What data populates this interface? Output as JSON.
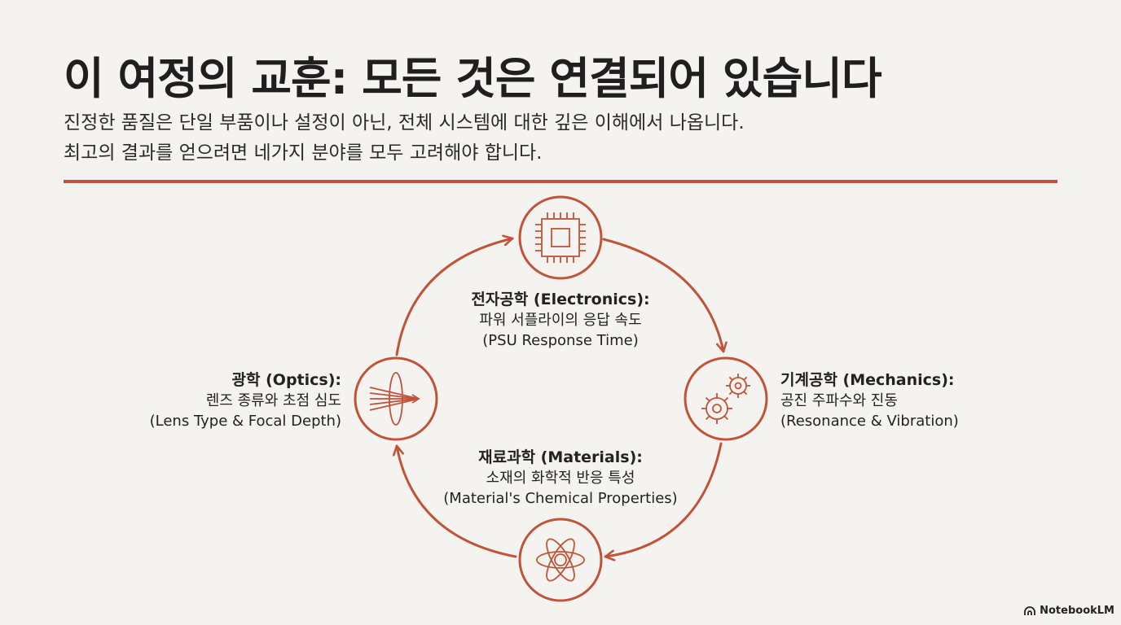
{
  "title": "이 여정의 교훈: 모든 것은 연결되어 있습니다",
  "subtitle": {
    "line1": "진정한 품질은 단일 부품이나 설정이 아닌, 전체 시스템에 대한 깊은 이해에서 나옵니다.",
    "line2": "최고의 결과를 얻으려면 네가지 분야를 모두 고려해야 합니다."
  },
  "accent_color": "#c0543a",
  "nodes": {
    "electronics": {
      "icon": "microchip-icon",
      "heading": "전자공학 (Electronics):",
      "line1": "파워 서플라이의 응답 속도",
      "line2": "(PSU Response Time)"
    },
    "mechanics": {
      "icon": "gears-icon",
      "heading": "기계공학 (Mechanics):",
      "line1": "공진 주파수와 진동",
      "line2": "(Resonance & Vibration)"
    },
    "materials": {
      "icon": "atom-icon",
      "heading": "재료과학 (Materials):",
      "line1": "소재의 화학적 반응 특성",
      "line2": "(Material's Chemical Properties)"
    },
    "optics": {
      "icon": "lens-icon",
      "heading": "광학 (Optics):",
      "line1": "렌즈 종류와 초점 심도",
      "line2": "(Lens Type & Focal Depth)"
    }
  },
  "brand": "NotebookLM"
}
